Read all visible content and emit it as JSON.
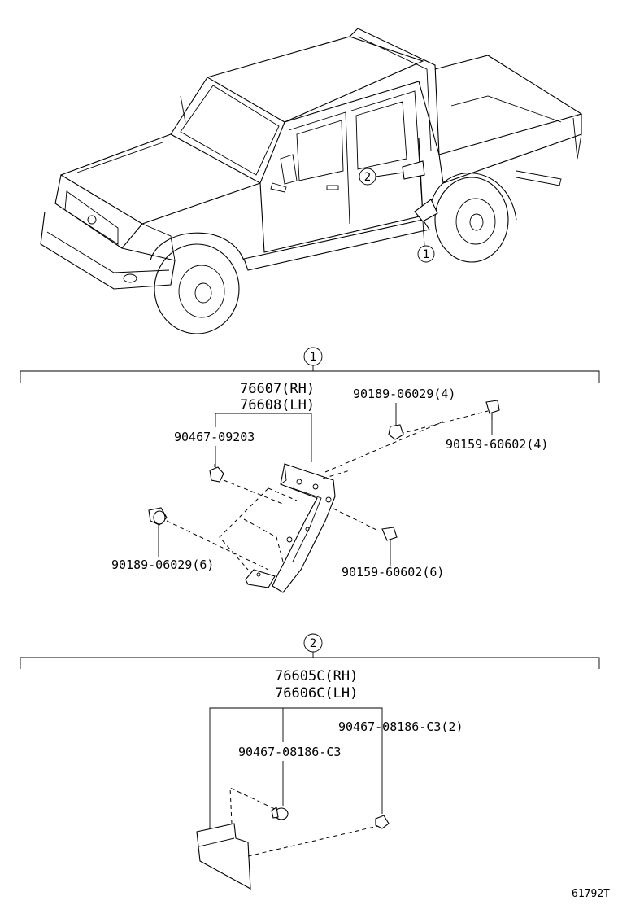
{
  "callouts": {
    "one": "1",
    "two": "2"
  },
  "section1": {
    "callout": "1",
    "parts": {
      "p76607": "76607(RH)",
      "p76608": "76608(LH)",
      "p90467_09203": "90467-09203",
      "p90189_4": "90189-06029(4)",
      "p90159_4": "90159-60602(4)",
      "p90189_6": "90189-06029(6)",
      "p90159_6": "90159-60602(6)"
    }
  },
  "section2": {
    "callout": "2",
    "parts": {
      "p76605": "76605C(RH)",
      "p76606": "76606C(LH)",
      "p90467_2": "90467-08186-C3(2)",
      "p90467": "90467-08186-C3"
    }
  },
  "illustration_code": "61792T"
}
